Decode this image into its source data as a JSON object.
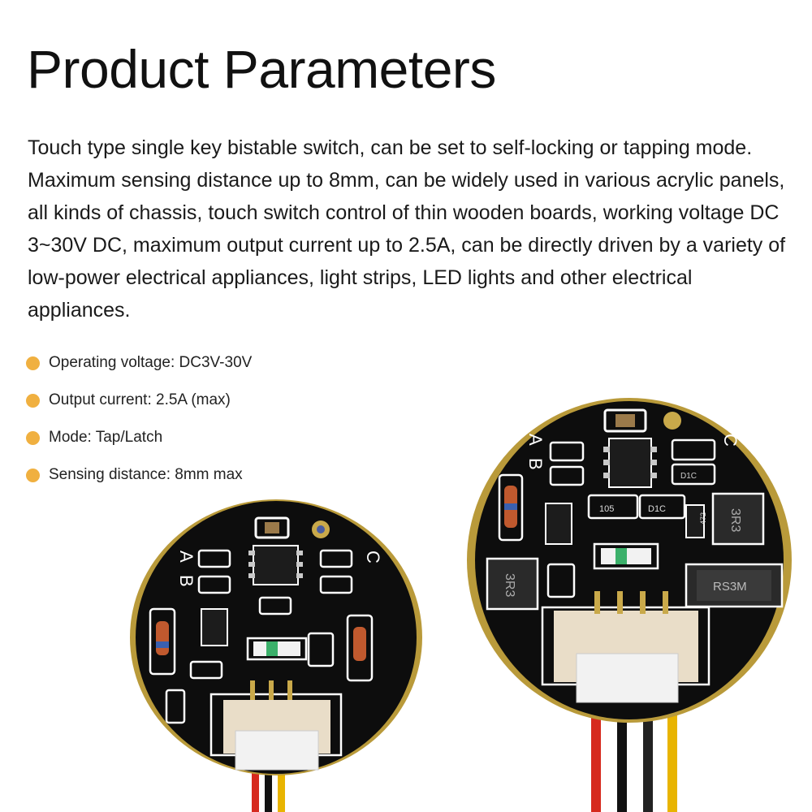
{
  "title": "Product Parameters",
  "description": "Touch type single key bistable switch, can be set to self-locking or tapping mode. Maximum sensing distance up to 8mm, can be widely used in various acrylic panels, all kinds of chassis, touch switch control of thin wooden boards, working voltage DC 3~30V DC, maximum output current up to 2.5A, can be directly driven by a variety of low-power electrical appliances, light strips, LED lights and other electrical appliances.",
  "parameters": [
    "Operating voltage: DC3V-30V",
    "Output current: 2.5A (max)",
    "Mode: Tap/Latch",
    "Sensing distance: 8mm max"
  ],
  "colors": {
    "bullet": "#f0b040",
    "pcb": "#0d0d0d",
    "silkscreen": "#ffffff"
  },
  "board_left": {
    "label_a": "A",
    "label_b": "B",
    "label_c": "C"
  },
  "board_right": {
    "label_a": "A",
    "label_b": "B",
    "label_c": "C",
    "chip_105": "105",
    "chip_d1c": "D1C",
    "chip_d1c_2": "D1C",
    "inductor_top": "3R3",
    "inductor_left": "3R3",
    "diode": "RS3M",
    "resistor": "472"
  }
}
